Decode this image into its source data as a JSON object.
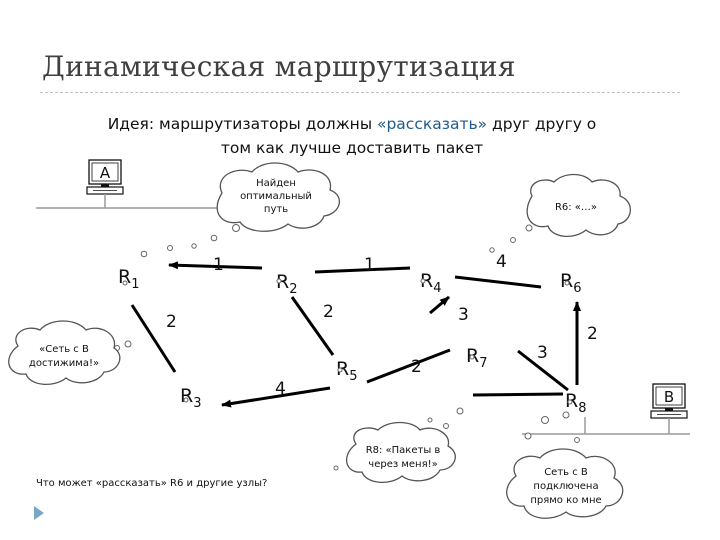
{
  "slide": {
    "title": "Динамическая маршрутизация",
    "idea_line1_prefix": "Идея: маршрутизаторы должны ",
    "idea_line1_accent": "«рассказать»",
    "idea_line1_suffix": " друг другу о",
    "idea_line2": "том как лучше доставить пакет"
  },
  "hosts": {
    "a": "A",
    "b": "B"
  },
  "routers": [
    {
      "id": "r1",
      "main": "R",
      "sub": "1"
    },
    {
      "id": "r2",
      "main": "R",
      "sub": "2"
    },
    {
      "id": "r3",
      "main": "R",
      "sub": "3"
    },
    {
      "id": "r4",
      "main": "R",
      "sub": "4"
    },
    {
      "id": "r5",
      "main": "R",
      "sub": "5"
    },
    {
      "id": "r6",
      "main": "R",
      "sub": "6"
    },
    {
      "id": "r7",
      "main": "R",
      "sub": "7"
    },
    {
      "id": "r8",
      "main": "R",
      "sub": "8"
    }
  ],
  "weights": {
    "r1_r2": "1",
    "r2_r4": "1",
    "r4_r6": "4",
    "r1_r3": "2",
    "r2_r5": "2",
    "r4_r5": "3",
    "r3_r5": "4",
    "r5_r7": "2",
    "r6_r7": "3",
    "r6_r8": "2"
  },
  "clouds": {
    "found": [
      "Найден",
      "оптимальный",
      "путь"
    ],
    "r6_msg": "R6: «…»",
    "reach": [
      "«Сеть с В",
      "достижима!»"
    ],
    "r8_msg": [
      "R8: «Пакеты в",
      "через меня!»"
    ],
    "direct": [
      "Сеть с В",
      "подключена",
      "прямо ко мне"
    ]
  },
  "question": "Что может «рассказать» R6 и другие узлы?",
  "colors": {
    "accent": "#1f5b8c",
    "title": "#404040",
    "bullet": "#7aa6c8"
  }
}
